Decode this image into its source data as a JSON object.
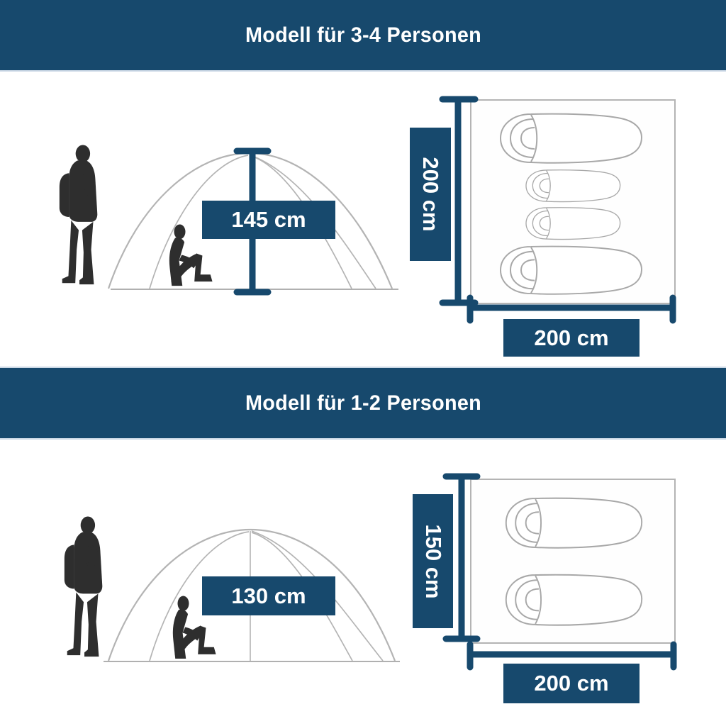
{
  "sections": [
    {
      "title": "Modell für 3-4 Personen",
      "tent_height_label": "145 cm",
      "floor_depth_label": "200 cm",
      "floor_width_label": "200 cm",
      "sleeping_bag_count": 4,
      "person_count_side_view": 2
    },
    {
      "title": "Modell für 1-2 Personen",
      "tent_height_label": "130 cm",
      "floor_depth_label": "150 cm",
      "floor_width_label": "200 cm",
      "sleeping_bag_count": 2,
      "person_count_side_view": 2
    }
  ],
  "colors": {
    "accent_navy": "#17496d",
    "band_divider_light_blue": "#ccd9e6",
    "outline_gray": "#b4b4b4",
    "bag_outline_gray": "#a8a8a8",
    "silhouette_dark": "#2e2e2e",
    "label_text": "#ffffff",
    "background": "#ffffff"
  },
  "icons": {
    "standing_person": "standing-person-icon",
    "sitting_person": "sitting-person-icon",
    "sleeping_bag": "sleeping-bag-icon",
    "tent": "tent-side-view-icon",
    "measure_line": "measurement-line-icon"
  }
}
